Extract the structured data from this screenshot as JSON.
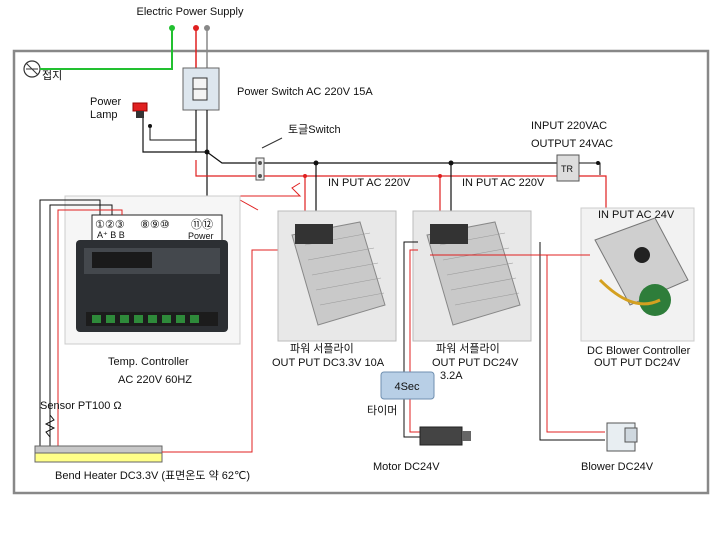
{
  "title": "Electric Power Supply",
  "ground": {
    "label": "접지"
  },
  "power_lamp": {
    "line1": "Power",
    "line2": "Lamp"
  },
  "power_switch": {
    "label": "Power Switch  AC 220V 15A"
  },
  "toggle_switch": {
    "label": "토글Switch"
  },
  "transformer": {
    "input": "INPUT 220VAC",
    "output": "OUTPUT 24VAC",
    "tag": "TR"
  },
  "input_labels": {
    "psu1": "IN PUT AC 220V",
    "psu2": "IN PUT AC 220V",
    "blower_ctrl": "IN PUT AC 24V"
  },
  "temp_controller": {
    "terminals_left": "①②③",
    "terminal_letters": "A⁺ B B",
    "terminals_mid": "⑧⑨⑩",
    "terminals_right": "⑪⑫",
    "power": "Power",
    "name": "Temp. Controller",
    "spec": "AC 220V 60HZ"
  },
  "psu1": {
    "name": "파워 서플라이",
    "spec": "OUT PUT DC3.3V 10A"
  },
  "psu2": {
    "name": "파워 서플라이",
    "spec1": "OUT PUT DC24V",
    "spec2": "3.2A"
  },
  "blower_controller": {
    "name": "DC Blower Controller",
    "spec": "OUT PUT DC24V"
  },
  "timer": {
    "value": "4Sec",
    "label": "타이머"
  },
  "sensor": {
    "label": "Sensor PT100 Ω"
  },
  "heater": {
    "label": "Bend Heater DC3.3V (표면온도 약 62℃)"
  },
  "motor": {
    "label": "Motor DC24V"
  },
  "blower": {
    "label": "Blower DC24V"
  },
  "colors": {
    "red_wire": "#e02020",
    "green_wire": "#22c030",
    "black_wire": "#111111",
    "frame": "#888888"
  }
}
